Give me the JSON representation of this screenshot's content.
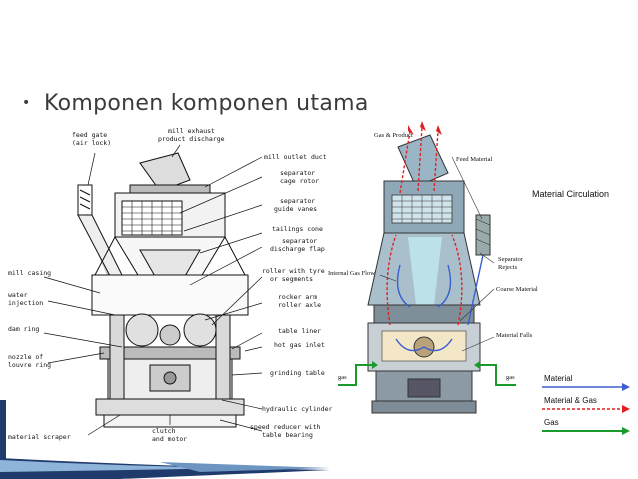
{
  "slide": {
    "bullet": "•",
    "heading": "Komponen komponen utama"
  },
  "left_diagram": {
    "labels": {
      "feed_gate": [
        "feed gate",
        "(air lock)"
      ],
      "mill_exhaust": [
        "mill exhaust",
        "product discharge"
      ],
      "mill_outlet_duct": "mill outlet duct",
      "separator_cage_rotor": [
        "separator",
        "cage rotor"
      ],
      "separator_guide_vanes": [
        "separator",
        "guide vanes"
      ],
      "tailings_cone": "tailings cone",
      "separator_discharge_flap": [
        "separator",
        "discharge flap"
      ],
      "mill_casing": "mill casing",
      "water_injection": [
        "water",
        "injection"
      ],
      "roller_tyre": [
        "roller with tyre",
        "or segments"
      ],
      "rocker_arm": [
        "rocker arm",
        "roller axle"
      ],
      "dam_ring": "dam ring",
      "table_liner": "table liner",
      "hot_gas_inlet": "hot gas inlet",
      "nozzle_louvre": [
        "nozzle of",
        "louvre ring"
      ],
      "grinding_table": "grinding table",
      "hydraulic_cylinder": "hydraulic cylinder",
      "speed_reducer": [
        "speed reducer with",
        "table bearing"
      ],
      "clutch_motor": [
        "clutch",
        "and motor"
      ],
      "material_scraper": "material scraper"
    }
  },
  "right_diagram": {
    "labels": {
      "gas_product": "Gas & Product",
      "feed_material": "Feed Material",
      "material_circulation": "Material Circulation",
      "separator_rejects": [
        "Separator",
        "Rejects"
      ],
      "internal_gas_flow": "Internal Gas Flow",
      "coarse_material": "Coarse Material",
      "material_falls": "Material Falls",
      "gas_left": "gas",
      "gas_right": "gas"
    },
    "legend": [
      {
        "label": "Material",
        "color": "#3a5fcd"
      },
      {
        "label": "Material & Gas",
        "color": "#e02020"
      },
      {
        "label": "Gas",
        "color": "#1a9a2a"
      }
    ]
  },
  "colors": {
    "accent_dark": "#1f3a6b",
    "accent_light": "#8fb4d9",
    "material": "#3a5fcd",
    "material_gas": "#e02020",
    "gas": "#1a9a2a"
  }
}
